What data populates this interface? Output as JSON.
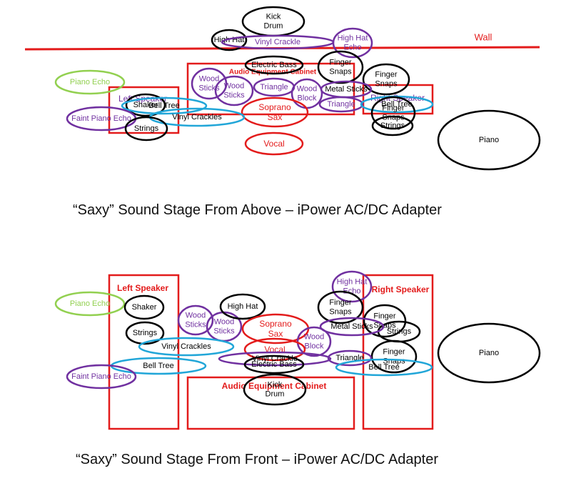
{
  "colors": {
    "wall": "#e31b1b",
    "black": "#000000",
    "purple": "#7030a0",
    "red": "#e31b1b",
    "blue": "#21a6d8",
    "green": "#92d050",
    "text": "#111111"
  },
  "above": {
    "caption": "“Saxy” Sound Stage From Above – iPower AC/DC Adapter",
    "wall_label": "Wall",
    "rects": [
      {
        "label": "Left Speaker"
      },
      {
        "label": "Audio Equipment Cabinet"
      },
      {
        "label": "Right Speaker"
      }
    ],
    "items": [
      {
        "label": "Kick Drum"
      },
      {
        "label": "High Hat"
      },
      {
        "label": "Vinyl Crackle"
      },
      {
        "label": "High Hat Echo"
      },
      {
        "label": "Electric Bass"
      },
      {
        "label": "Finger Snaps"
      },
      {
        "label": "Finger Snaps"
      },
      {
        "label": "Piano Echo"
      },
      {
        "label": "Wood Sticks"
      },
      {
        "label": "Wood Sticks"
      },
      {
        "label": "Triangle"
      },
      {
        "label": "Wood Block"
      },
      {
        "label": "Metal Sticks"
      },
      {
        "label": "Shaker"
      },
      {
        "label": "Bell Tree"
      },
      {
        "label": "Soprano Sax"
      },
      {
        "label": "Triangle"
      },
      {
        "label": "Bell Tree"
      },
      {
        "label": "Finger Snaps"
      },
      {
        "label": "Faint Piano Echo"
      },
      {
        "label": "Vinyl Crackles"
      },
      {
        "label": "Strings"
      },
      {
        "label": "Strings"
      },
      {
        "label": "Piano"
      },
      {
        "label": "Vocal"
      }
    ]
  },
  "front": {
    "caption": "“Saxy” Sound Stage From Front – iPower AC/DC Adapter",
    "rects": [
      {
        "label": "Left Speaker"
      },
      {
        "label": "Right Speaker"
      },
      {
        "label": "Audio Equipment Cabinet"
      }
    ],
    "items": [
      {
        "label": "High Hat Echo"
      },
      {
        "label": "Piano Echo"
      },
      {
        "label": "Shaker"
      },
      {
        "label": "Wood Sticks"
      },
      {
        "label": "Wood Sticks"
      },
      {
        "label": "High Hat"
      },
      {
        "label": "Soprano Sax"
      },
      {
        "label": "Finger Snaps"
      },
      {
        "label": "Finger Snaps"
      },
      {
        "label": "Strings"
      },
      {
        "label": "Strings"
      },
      {
        "label": "Wood Block"
      },
      {
        "label": "Metal Sticks"
      },
      {
        "label": "Vinyl Crackles"
      },
      {
        "label": "Vocal"
      },
      {
        "label": "Finger Snaps"
      },
      {
        "label": "Piano"
      },
      {
        "label": "Vinyl Crackle"
      },
      {
        "label": "Electric Bass"
      },
      {
        "label": "Triangle"
      },
      {
        "label": "Bell Tree"
      },
      {
        "label": "Bell Tree"
      },
      {
        "label": "Faint Piano Echo"
      },
      {
        "label": "Kick Drum"
      }
    ]
  }
}
